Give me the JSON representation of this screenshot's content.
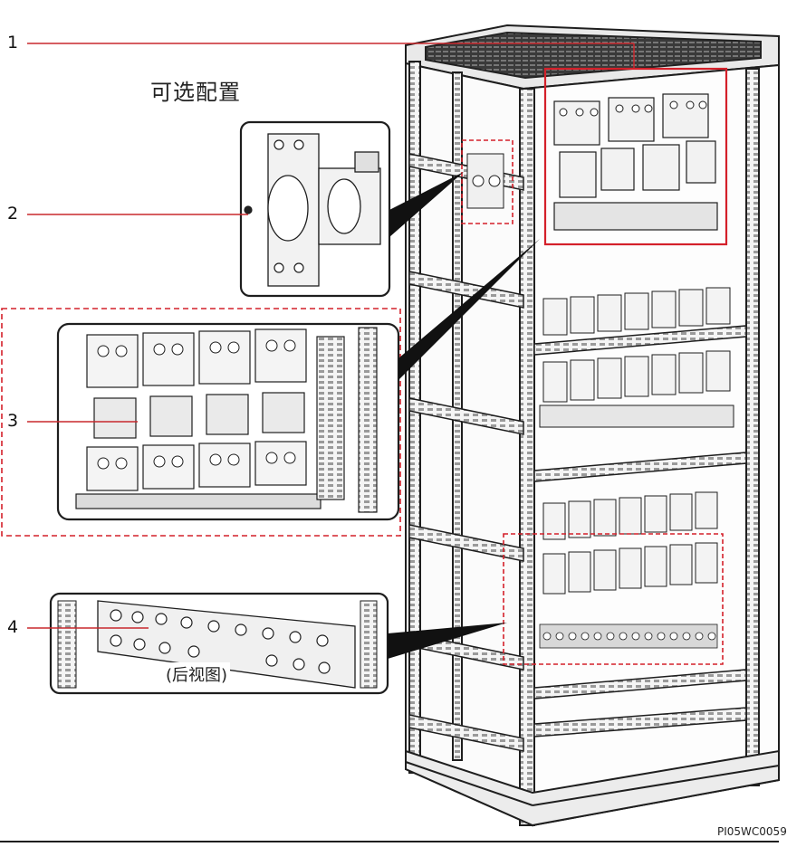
{
  "figure": {
    "optional_config_title": "可选配置",
    "callouts": [
      {
        "num": "1"
      },
      {
        "num": "2"
      },
      {
        "num": "3"
      },
      {
        "num": "4"
      }
    ],
    "rear_view_caption": "(后视图)",
    "figure_id": "PI05WC0059",
    "colors": {
      "callout_line": "#c8282d",
      "outline": "#1e1e1e",
      "highlight": "#d4202a"
    }
  }
}
